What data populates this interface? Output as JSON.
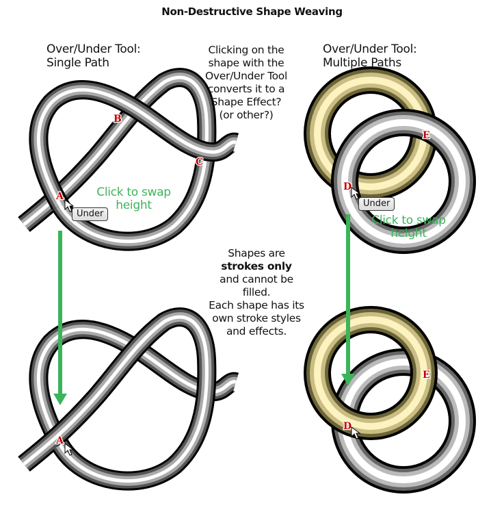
{
  "title": "Non-Destructive Shape Weaving",
  "left_panel": {
    "heading_line1": "Over/Under Tool:",
    "heading_line2": "Single Path",
    "action_hint_line1": "Click to swap",
    "action_hint_line2": "height",
    "tooltip": "Under",
    "labels": [
      "A",
      "B",
      "C"
    ],
    "result_label": "A"
  },
  "right_panel": {
    "heading_line1": "Over/Under Tool:",
    "heading_line2": "Multiple Paths",
    "action_hint_line1": "Click to swap",
    "action_hint_line2": "height",
    "tooltip": "Under",
    "labels": [
      "D",
      "E"
    ],
    "result_labels": [
      "D",
      "E"
    ]
  },
  "center_notes": {
    "top": [
      "Clicking on the",
      "shape with the",
      "Over/Under Tool",
      "converts it to a",
      "Shape Effect?",
      "(or other?)"
    ],
    "bottom_pre": "Shapes are",
    "bottom_bold": "strokes only",
    "bottom_post": [
      "and cannot be",
      "filled.",
      "Each shape has its",
      "own stroke styles",
      "and effects."
    ]
  },
  "colors": {
    "accent_green": "#3cb45a",
    "label_red": "#c00000",
    "ring_cream": "#fdf3c0",
    "tube_dark": "#000000",
    "tube_light": "#ffffff"
  }
}
